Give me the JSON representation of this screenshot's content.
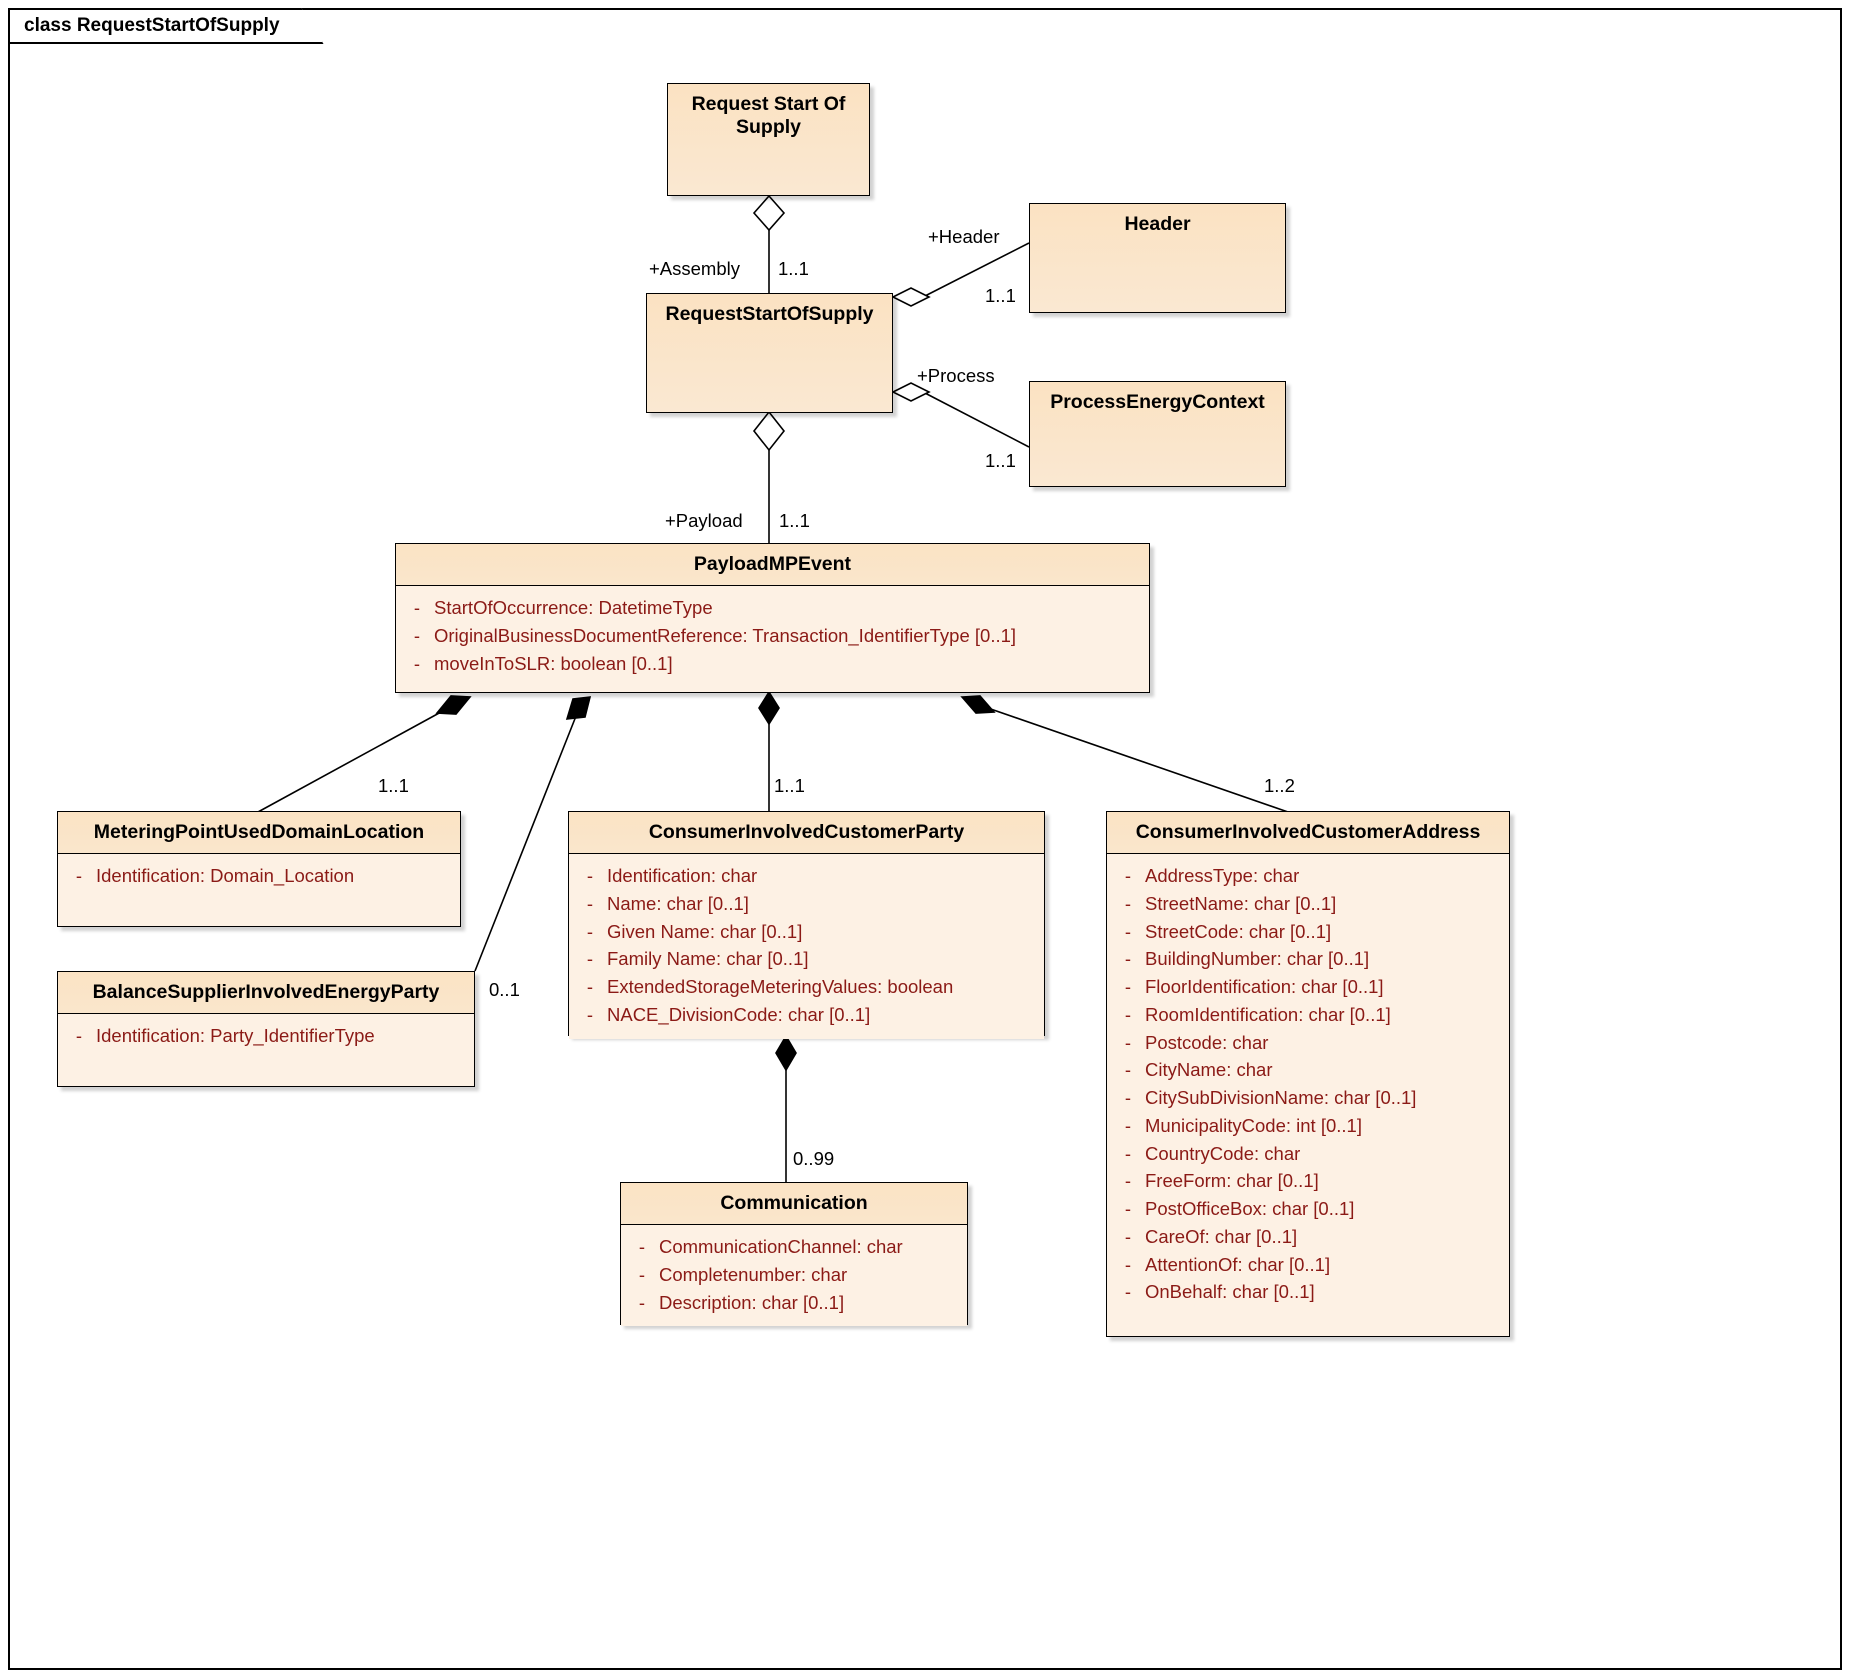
{
  "frame": {
    "label": "class RequestStartOfSupply"
  },
  "classes": {
    "requestStartOfSupplyTop": {
      "name": "Request Start Of Supply",
      "attributes": []
    },
    "requestStartOfSupply": {
      "name": "RequestStartOfSupply",
      "attributes": []
    },
    "header": {
      "name": "Header",
      "attributes": []
    },
    "processEnergyContext": {
      "name": "ProcessEnergyContext",
      "attributes": []
    },
    "payloadMPEvent": {
      "name": "PayloadMPEvent",
      "attributes": [
        {
          "vis": "-",
          "text": "StartOfOccurrence: DatetimeType"
        },
        {
          "vis": "-",
          "text": "OriginalBusinessDocumentReference: Transaction_IdentifierType [0..1]"
        },
        {
          "vis": "-",
          "text": "moveInToSLR: boolean [0..1]"
        }
      ]
    },
    "meteringPointUsedDomainLocation": {
      "name": "MeteringPointUsedDomainLocation",
      "attributes": [
        {
          "vis": "-",
          "text": "Identification: Domain_Location"
        }
      ]
    },
    "balanceSupplierInvolvedEnergyParty": {
      "name": "BalanceSupplierInvolvedEnergyParty",
      "attributes": [
        {
          "vis": "-",
          "text": "Identification: Party_IdentifierType"
        }
      ]
    },
    "consumerInvolvedCustomerParty": {
      "name": "ConsumerInvolvedCustomerParty",
      "attributes": [
        {
          "vis": "-",
          "text": "Identification: char"
        },
        {
          "vis": "-",
          "text": "Name: char [0..1]"
        },
        {
          "vis": "-",
          "text": "Given Name: char [0..1]"
        },
        {
          "vis": "-",
          "text": "Family Name: char [0..1]"
        },
        {
          "vis": "-",
          "text": "ExtendedStorageMeteringValues: boolean"
        },
        {
          "vis": "-",
          "text": "NACE_DivisionCode: char [0..1]"
        }
      ]
    },
    "consumerInvolvedCustomerAddress": {
      "name": "ConsumerInvolvedCustomerAddress",
      "attributes": [
        {
          "vis": "-",
          "text": "AddressType: char"
        },
        {
          "vis": "-",
          "text": "StreetName: char [0..1]"
        },
        {
          "vis": "-",
          "text": "StreetCode: char [0..1]"
        },
        {
          "vis": "-",
          "text": "BuildingNumber: char [0..1]"
        },
        {
          "vis": "-",
          "text": "FloorIdentification: char [0..1]"
        },
        {
          "vis": "-",
          "text": "RoomIdentification: char [0..1]"
        },
        {
          "vis": "-",
          "text": "Postcode: char"
        },
        {
          "vis": "-",
          "text": "CityName: char"
        },
        {
          "vis": "-",
          "text": "CitySubDivisionName: char [0..1]"
        },
        {
          "vis": "-",
          "text": "MunicipalityCode: int [0..1]"
        },
        {
          "vis": "-",
          "text": "CountryCode: char"
        },
        {
          "vis": "-",
          "text": "FreeForm: char [0..1]"
        },
        {
          "vis": "-",
          "text": "PostOfficeBox: char [0..1]"
        },
        {
          "vis": "-",
          "text": "CareOf: char [0..1]"
        },
        {
          "vis": "-",
          "text": "AttentionOf: char [0..1]"
        },
        {
          "vis": "-",
          "text": "OnBehalf: char [0..1]"
        }
      ]
    },
    "communication": {
      "name": "Communication",
      "attributes": [
        {
          "vis": "-",
          "text": "CommunicationChannel: char"
        },
        {
          "vis": "-",
          "text": "Completenumber: char"
        },
        {
          "vis": "-",
          "text": "Description: char [0..1]"
        }
      ]
    }
  },
  "associations": {
    "assembly": {
      "role": "+Assembly",
      "multiplicity": "1..1"
    },
    "header": {
      "role": "+Header",
      "multiplicity": "1..1"
    },
    "process": {
      "role": "+Process",
      "multiplicity": "1..1"
    },
    "payload": {
      "role": "+Payload",
      "multiplicity": "1..1"
    },
    "meteringPoint": {
      "role": "",
      "multiplicity": "1..1"
    },
    "balanceSupplier": {
      "role": "",
      "multiplicity": "0..1"
    },
    "consumerParty": {
      "role": "",
      "multiplicity": "1..1"
    },
    "consumerAddress": {
      "role": "",
      "multiplicity": "1..2"
    },
    "communication": {
      "role": "",
      "multiplicity": "0..99"
    }
  },
  "colors": {
    "class_fill": "#fbe4c7",
    "attr_fill": "#fdf1e4",
    "attr_text": "#8b1a16",
    "border": "#000000"
  }
}
